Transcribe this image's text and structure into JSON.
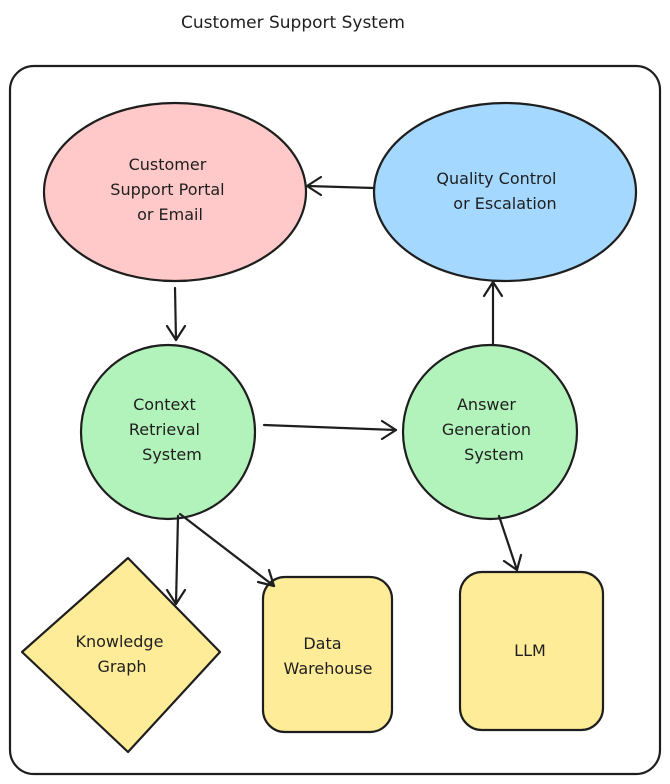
{
  "title": "Customer Support System",
  "colors": {
    "stroke": "#1e1e1e",
    "pink": "#ffc9c9",
    "blue": "#a5d8ff",
    "green": "#b2f2bb",
    "yellow": "#ffec99"
  },
  "nodes": {
    "portal": {
      "lines": [
        "Customer",
        "Support Portal",
        "or Email"
      ],
      "shape": "ellipse",
      "color": "pink"
    },
    "quality": {
      "lines": [
        "Quality Control",
        "or Escalation"
      ],
      "shape": "ellipse",
      "color": "blue"
    },
    "context": {
      "lines": [
        "Context",
        "Retrieval",
        "System"
      ],
      "shape": "circle",
      "color": "green"
    },
    "answer": {
      "lines": [
        "Answer",
        "Generation",
        "System"
      ],
      "shape": "circle",
      "color": "green"
    },
    "knowledge": {
      "lines": [
        "Knowledge",
        "Graph"
      ],
      "shape": "diamond",
      "color": "yellow"
    },
    "warehouse": {
      "lines": [
        "Data",
        "Warehouse"
      ],
      "shape": "rounded-rectangle",
      "color": "yellow"
    },
    "llm": {
      "lines": [
        "LLM"
      ],
      "shape": "rounded-rectangle",
      "color": "yellow"
    }
  },
  "edges": [
    {
      "from": "portal",
      "to": "context"
    },
    {
      "from": "context",
      "to": "answer"
    },
    {
      "from": "answer",
      "to": "quality"
    },
    {
      "from": "quality",
      "to": "portal"
    },
    {
      "from": "context",
      "to": "knowledge"
    },
    {
      "from": "context",
      "to": "warehouse"
    },
    {
      "from": "answer",
      "to": "llm"
    }
  ]
}
